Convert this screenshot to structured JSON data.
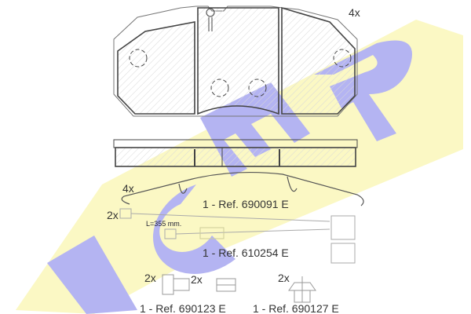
{
  "logo": {
    "text": "ICER",
    "yellow": "#fbf8c4",
    "blue": "#b4b4f2"
  },
  "pad": {
    "quantity": "4x"
  },
  "spring": {
    "quantity": "4x",
    "ref": "1 - Ref. 690091 E"
  },
  "sensor": {
    "quantity": "2x",
    "length": "L=355 mm.",
    "ref": "1 - Ref. 610254 E"
  },
  "bolt": {
    "quantity": "2x",
    "ref": "1 - Ref. 690123 E"
  },
  "sleeve": {
    "quantity": "2x"
  },
  "clip": {
    "quantity": "2x",
    "ref": "1 - Ref. 690127 E"
  }
}
